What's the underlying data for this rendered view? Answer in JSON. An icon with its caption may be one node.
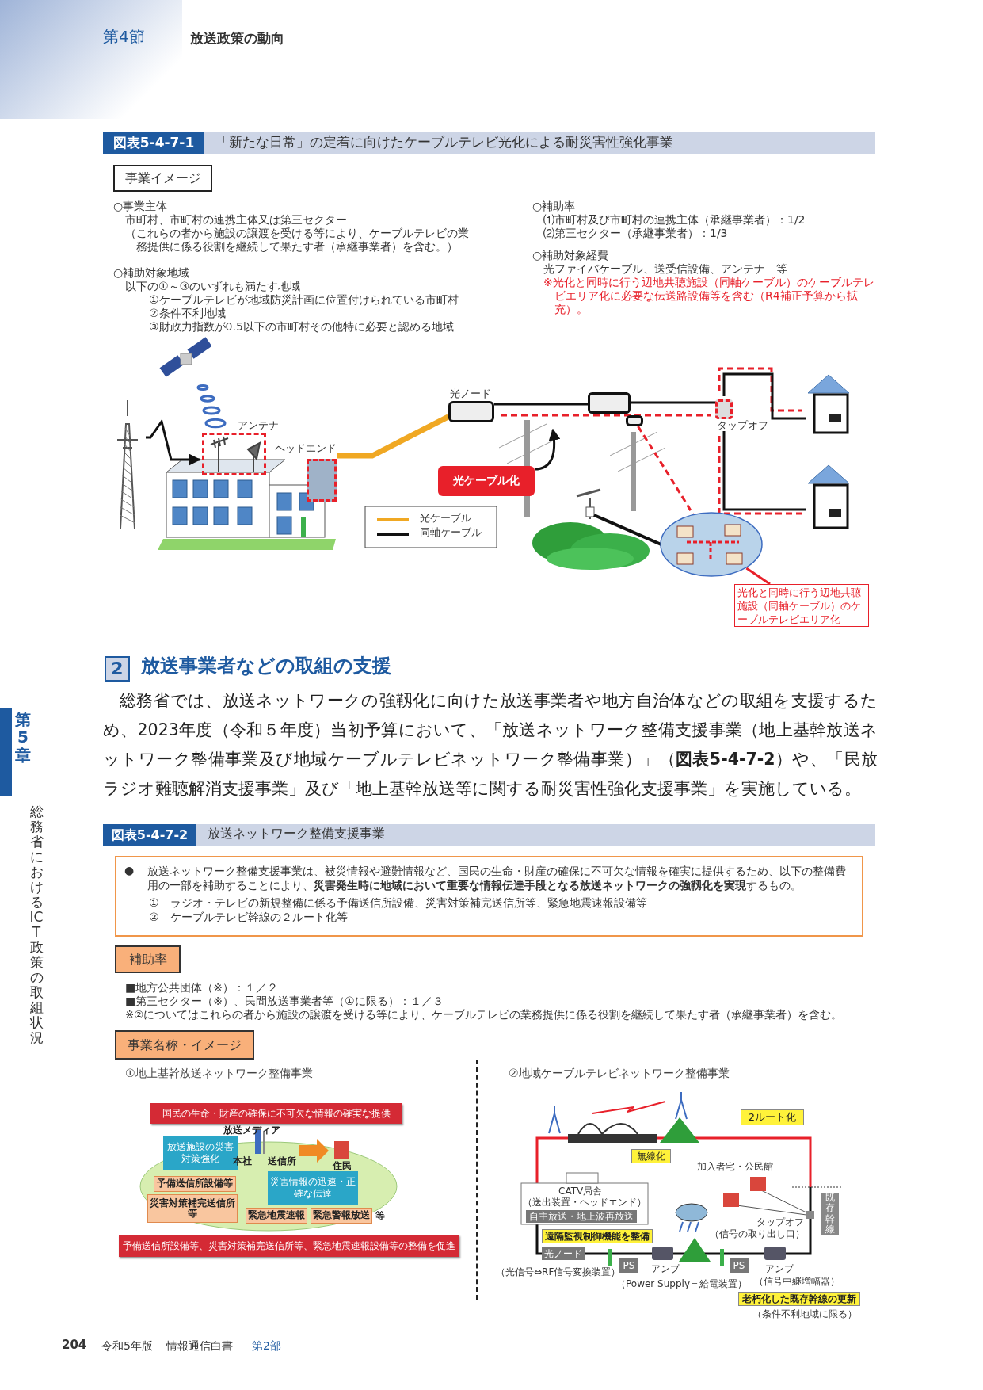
{
  "diagram": {
    "nodes": [
      {
        "text": [],
        "shape": "tower"
      },
      {
        "text": [
          "アンテナ"
        ]
      },
      {
        "text": [
          "ヘッドエンド"
        ]
      },
      {
        "text": [
          "光ノード"
        ]
      },
      {
        "text": [],
        "shape": "box"
      },
      {
        "text": [],
        "shape": "box"
      },
      {
        "text": [
          "タップオフ"
        ]
      },
      {
        "text": [],
        "shape": "house"
      },
      {
        "text": [],
        "shape": "house"
      },
      {
        "text": [
          "光ケーブル化"
        ]
      },
      {
        "text": [],
        "shape": "ellipse"
      },
      {
        "text": [
          "光化と同時に行う辺地共聴施設（同軸ケーブル）のケーブルテレビエリア化"
        ]
      }
    ],
    "edges": [
      {
        "from": 0,
        "to": 1,
        "arrow": "to"
      },
      {
        "from": 2,
        "to": 3,
        "arrow": "none",
        "style": "thick",
        "color": "#f0a823"
      },
      {
        "from": 3,
        "to": 4,
        "arrow": "none"
      },
      {
        "from": 4,
        "to": 6,
        "arrow": "none"
      },
      {
        "from": 6,
        "to": 7,
        "arrow": "none"
      },
      {
        "from": 6,
        "to": 8,
        "arrow": "none"
      },
      {
        "from": 9,
        "to": null,
        "arrow": "to"
      },
      {
        "from": 5,
        "to": 10,
        "arrow": "none",
        "style": "dashed",
        "color": "#e8202a"
      },
      {
        "from": 11,
        "to": 10,
        "arrow": "none",
        "color": "#e8202a"
      }
    ],
    "labels": [
      "第4節",
      "放送政策の動向",
      "図表5-4-7-1",
      "「新たな日常」の定着に向けたケーブルテレビ光化による耐災害性強化事業",
      "事業イメージ",
      "○事業主体",
      "市町村、市町村の連携主体又は第三セクター",
      "（これらの者から施設の譲渡を受ける等により、ケーブルテレビの業務提供に係る役割を継続して果たす者（承継事業者）を含む。）",
      "○補助対象地域",
      "以下の①～③のいずれも満たす地域",
      "①ケーブルテレビが地域防災計画に位置付けられている市町村",
      "②条件不利地域",
      "③財政力指数が0.5以下の市町村その他特に必要と認める地域",
      "○補助率",
      "⑴市町村及び市町村の連携主体（承継事業者）：1/2",
      "⑵第三セクター（承継事業者）：1/3",
      "○補助対象経費",
      "光ファイバケーブル、送受信設備、アンテナ　等",
      "※光化と同時に行う辺地共聴施設（同軸ケーブル）のケーブルテレビエリア化に必要な伝送路設備等を含む（R4補正予算から拡充）。",
      "2",
      "放送事業者などの取組の支援",
      "総務省では、放送ネットワークの強靱化に向けた放送事業者や地方自治体などの取組を支援するため、2023年度（令和５年度）当初予算において、「放送ネットワーク整備支援事業（地上基幹放送ネットワーク整備事業及び地域ケーブルテレビネットワーク整備事業）」（**図表5-4-7-2**）や、「民放ラジオ難聴解消支援事業」及び「地上基幹放送等に関する耐災害性強化支援事業」を実施している。",
      "第5章",
      "総務省におけるICT政策の取組状況",
      "図表5-4-7-2",
      "放送ネットワーク整備支援事業",
      "●",
      "放送ネットワーク整備支援事業は、被災情報や避難情報など、国民の生命・財産の確保に不可欠な情報を確実に提供するため、以下の整備費用の一部を補助することにより、**災害発生時に地域において重要な情報伝達手段となる放送ネットワークの強靱化を実現**するもの。",
      "①　ラジオ・テレビの新規整備に係る予備送信所設備、災害対策補完送信所等、緊急地震速報設備等",
      "②　ケーブルテレビ幹線の２ルート化等",
      "補助率",
      "■地方公共団体（※）：１／２",
      "■第三セクター（※）、民間放送事業者等（①に限る）：１／３",
      "※②についてはこれらの者から施設の譲渡を受ける等により、ケーブルテレビの業務提供に係る役割を継続して果たす者（承継事業者）を含む。",
      "事業名称・イメージ",
      "①地上基幹放送ネットワーク整備事業",
      "②地域ケーブルテレビネットワーク整備事業",
      "国民の生命・財産の確保に不可欠な情報の確実な提供",
      "放送メディア",
      "放送施設の災害対策強化",
      "本社",
      "送信所",
      "住民",
      "予備送信所設備等",
      "災害対策補完送信所等",
      "災害情報の迅速・正確な伝達",
      "緊急地震速報",
      "緊急警報放送",
      "等",
      "予備送信所設備等、災害対策補完送信所等、緊急地震速報設備等の整備を促進",
      "2ルート化",
      "無線化",
      "加入者宅・公民館",
      "CATV局舎",
      "（送出装置・ヘッドエンド）",
      "自主放送・地上波再放送",
      "遠隔監視制御機能を整備",
      "光ノード",
      "（光信号⇔RF信号変換装置）",
      "PS",
      "アンプ",
      "（Power Supply＝給電装置）",
      "PS",
      "アンプ",
      "（信号中継増幅器）",
      "タップオフ",
      "（信号の取り出し口）",
      "既存幹線",
      "老朽化した既存幹線の更新",
      "（条件不利地域に限る）",
      "204",
      "令和5年版",
      "情報通信白書",
      "第2部"
    ],
    "legend": [
      {
        "text": "光ケーブル"
      },
      {
        "text": "同軸ケーブル"
      }
    ]
  }
}
